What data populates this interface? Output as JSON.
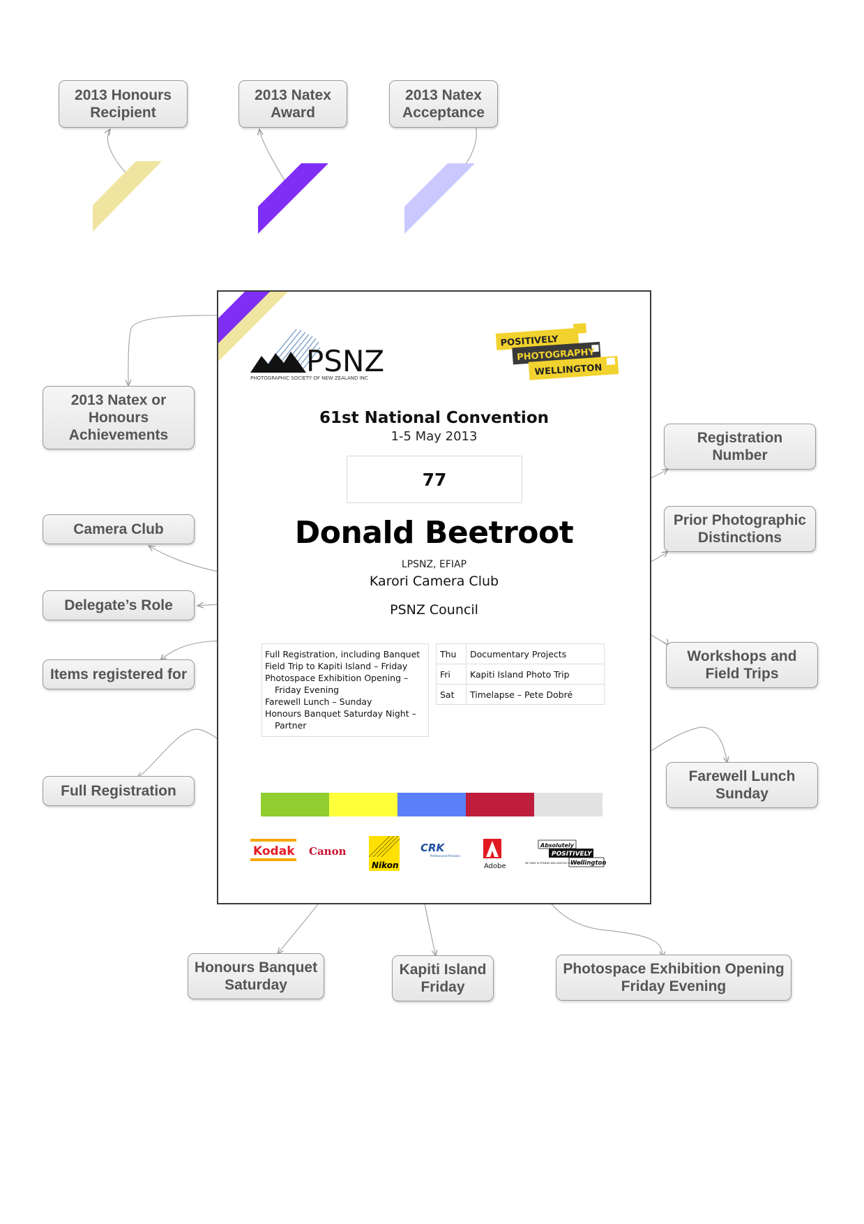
{
  "legend": {
    "honours_recipient": "2013 Honours Recipient",
    "natex_award": "2013 Natex Award",
    "natex_acceptance": "2013 Natex Acceptance",
    "ribbon_colors": {
      "honours": "#f0e5a0",
      "award": "#7f2ef5",
      "acceptance": "#c9c9ff"
    }
  },
  "callouts": {
    "natex_or_honours": "2013 Natex or Honours Achievements",
    "camera_club": "Camera Club",
    "delegate_role": "Delegate’s Role",
    "items_registered": "Items registered for",
    "full_registration": "Full Registration",
    "registration_number": "Registration Number",
    "prior_distinctions": "Prior Photographic Distinctions",
    "workshops": "Workshops and Field Trips",
    "farewell_lunch": "Farewell Lunch Sunday",
    "honours_banquet": "Honours Banquet Saturday",
    "kapiti_island": "Kapiti Island Friday",
    "photospace": "Photospace Exhibition Opening Friday Evening"
  },
  "badge": {
    "psnz_logo_text": "PSNZ",
    "psnz_logo_subtext": "PHOTOGRAPHIC SOCIETY OF NEW ZEALAND INC",
    "pw_logo": [
      "POSITIVELY",
      "PHOTOGRAPHY",
      "WELLINGTON"
    ],
    "convention_title": "61st National Convention",
    "convention_dates": "1-5 May 2013",
    "registration_number": "77",
    "delegate_name": "Donald Beetroot",
    "distinctions": "LPSNZ, EFIAP",
    "club": "Karori Camera Club",
    "role": "PSNZ Council",
    "items": [
      "Full Registration, including Banquet",
      "Field Trip to Kapiti Island – Friday",
      "Photospace Exhibition Opening –",
      "Friday Evening",
      "Farewell Lunch – Sunday",
      "Honours Banquet Saturday Night –",
      "Partner"
    ],
    "workshops": [
      {
        "day": "Thu",
        "activity": "Documentary Projects"
      },
      {
        "day": "Fri",
        "activity": "Kapiti Island Photo Trip"
      },
      {
        "day": "Sat",
        "activity": "Timelapse – Pete Dobré"
      }
    ],
    "color_bar": [
      "#92ce30",
      "#ffff3a",
      "#5b7ff8",
      "#be1d3c",
      "#e2e2e2"
    ],
    "sponsors": {
      "kodak": "Kodak",
      "canon": "Canon",
      "nikon": "Nikon",
      "crk": "CRK",
      "crk_sub": "Professional Precision",
      "adobe": "Adobe",
      "apw": [
        "Absolutely",
        "POSITIVELY",
        "Wellington"
      ],
      "apw_sub": "ME HEKE KI PŌNEKE WELLINGTON CITY COUNCIL"
    }
  }
}
